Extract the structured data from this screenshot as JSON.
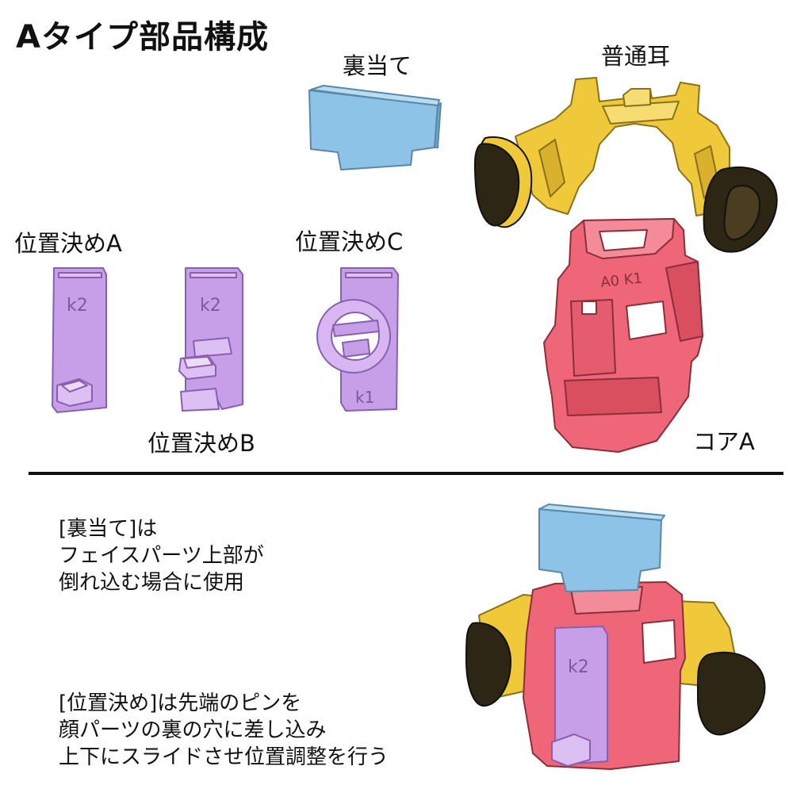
{
  "title": "Aタイプ部品構成",
  "labels": {
    "backing": "裏当て",
    "ears": "普通耳",
    "pos_a": "位置決めA",
    "pos_b": "位置決めB",
    "pos_c": "位置決めC",
    "core": "コアA"
  },
  "part_marks": {
    "pos_a": "k2",
    "pos_b": "k2",
    "pos_c": "k1",
    "core_top": "A0 K1",
    "assembled": "k2"
  },
  "notes": {
    "backing_note": "[裏当て]は\nフェイスパーツ上部が\n倒れ込む場合に使用",
    "position_note": "[位置決め]は先端のピンを\n顔パーツの裏の穴に差し込み\n上下にスライドさせ位置調整を行う"
  },
  "colors": {
    "blue": "#8cc3e6",
    "yellow": "#f0c93a",
    "red": "#ee6677",
    "purple": "#c79ee8",
    "ear_dark": "#2e2614"
  }
}
